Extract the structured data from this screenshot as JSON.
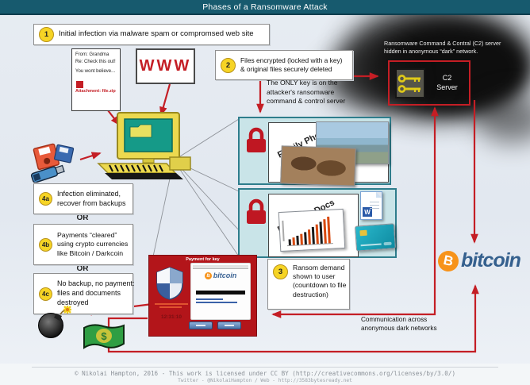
{
  "title": "Phases of a Ransomware Attack",
  "steps": {
    "s1": {
      "badge": "1",
      "text": "Initial infection via malware spam or compromsed web site"
    },
    "s2": {
      "badge": "2",
      "text": "Files encrypted (locked with a key)\n& original files securely deleted"
    },
    "s3": {
      "badge": "3",
      "text": "Ransom demand\nshown to user\n(countdown to file\ndestruction)"
    },
    "s4a": {
      "badge": "4a",
      "text": "Infection eliminated,\nrecover from backups"
    },
    "s4b": {
      "badge": "4b",
      "text": "Payments “cleared”\nusing crypto currencies\nlike Bitcoin / Darkcoin"
    },
    "s4c": {
      "badge": "4c",
      "text": "No backup, no payment:\nfiles and documents\ndestroyed"
    },
    "or": "OR"
  },
  "email": {
    "from": "From: Grandma",
    "subject": "Re: Check this out!",
    "body": "You wont believe...",
    "attachment": "Attachment: file.zip"
  },
  "www": "WWW",
  "notes": {
    "only_key": "The ONLY key is on the\nattacker's ransomware\ncommand & control server",
    "c2_caption": "Ransomware Command & Contral (C2) server\nhidden in anonymous “dark” network.",
    "communication": "Communication across\nanonymous dark networks"
  },
  "c2": {
    "label": "C2\nServer"
  },
  "folders": {
    "family": "Family Photos",
    "business": "Business Docs"
  },
  "ransom": {
    "title": "Payment for key",
    "countdown": "12:31:10",
    "brand": "bitcoin",
    "symbol": "B"
  },
  "bitcoin_logo": {
    "wordmark": "bitcoin",
    "symbol": "B"
  },
  "footer": {
    "line1": "© Nikolai Hampton, 2016 - This work is licensed under CC BY (http://creativecommons.org/licenses/by/3.0/)",
    "line2": "Twitter - @NikolaiHampton / Web - http://3583bytesready.net"
  },
  "colors": {
    "accent_red": "#c41e25",
    "header_teal": "#175a6e",
    "badge_yellow": "#f6d425",
    "bitcoin_orange": "#f7931a",
    "bitcoin_blue": "#35608e",
    "folder_box_fill": "#c9e4e8",
    "folder_box_border": "#2e7d8c",
    "money_green": "#2f9e43"
  }
}
